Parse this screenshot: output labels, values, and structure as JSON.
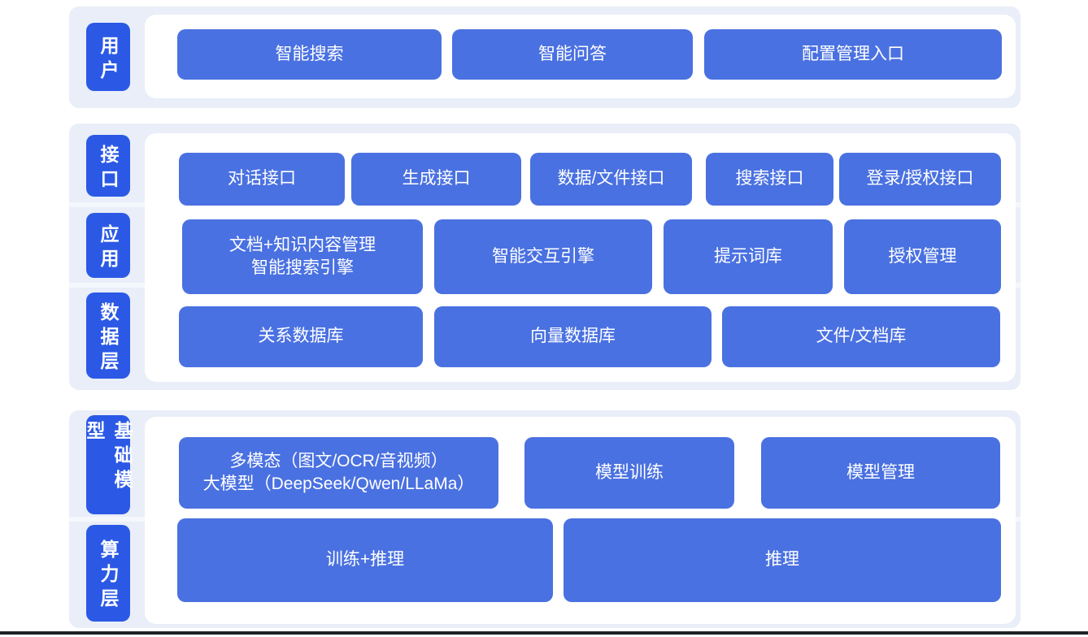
{
  "colors": {
    "side_label_bg": "#2b59e6",
    "block_bg": "#4a71e1",
    "section_bg": "#e9eef8",
    "panel_bg": "#ffffff",
    "text": "#ffffff",
    "bottom_bar": "#1e2126"
  },
  "sections": [
    {
      "side_labels": [
        {
          "text": "用户"
        }
      ],
      "rows": [
        {
          "buttons": [
            {
              "label": "智能搜索"
            },
            {
              "label": "智能问答"
            },
            {
              "label": "配置管理入口"
            }
          ]
        }
      ]
    },
    {
      "side_labels": [
        {
          "text": "接口"
        },
        {
          "text": "应用"
        },
        {
          "text": "数据层"
        }
      ],
      "rows": [
        {
          "buttons": [
            {
              "label": "对话接口"
            },
            {
              "label": "生成接口"
            },
            {
              "label": "数据/文件接口"
            },
            {
              "label": "搜索接口"
            },
            {
              "label": "登录/授权接口"
            }
          ]
        },
        {
          "buttons": [
            {
              "line1": "文档+知识内容管理",
              "line2": "智能搜索引擎"
            },
            {
              "label": "智能交互引擎"
            },
            {
              "label": "提示词库"
            },
            {
              "label": "授权管理"
            }
          ]
        },
        {
          "buttons": [
            {
              "label": "关系数据库"
            },
            {
              "label": "向量数据库"
            },
            {
              "label": "文件/文档库"
            }
          ]
        }
      ]
    },
    {
      "side_labels": [
        {
          "text": "基础模型"
        },
        {
          "text": "算力层"
        }
      ],
      "rows": [
        {
          "buttons": [
            {
              "line1": "多模态（图文/OCR/音视频）",
              "line2": "大模型（DeepSeek/Qwen/LLaMa）"
            },
            {
              "label": "模型训练"
            },
            {
              "label": "模型管理"
            }
          ]
        },
        {
          "buttons": [
            {
              "label": "训练+推理"
            },
            {
              "label": "推理"
            }
          ]
        }
      ]
    }
  ]
}
